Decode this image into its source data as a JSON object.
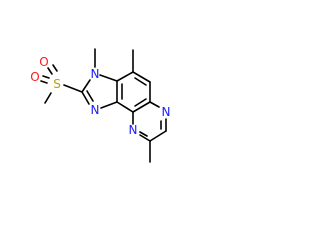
{
  "molecule": {
    "atoms": [
      {
        "id": "N3",
        "label": "N",
        "color": "#1a1aff"
      },
      {
        "id": "N1",
        "label": "N",
        "color": "#1a1aff"
      },
      {
        "id": "N6",
        "label": "N",
        "color": "#1a1aff"
      },
      {
        "id": "N9",
        "label": "N",
        "color": "#1a1aff"
      },
      {
        "id": "S",
        "label": "S",
        "color": "#b8a000"
      },
      {
        "id": "O1",
        "label": "O",
        "color": "#ff1a1a"
      },
      {
        "id": "O2",
        "label": "O",
        "color": "#ff1a1a"
      }
    ]
  }
}
